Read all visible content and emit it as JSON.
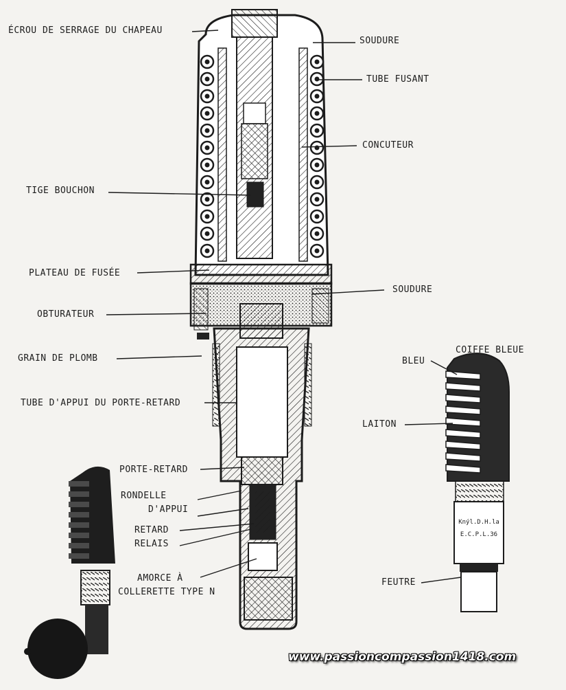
{
  "labels": {
    "ecrou": "ÉCROU DE SERRAGE DU CHAPEAU",
    "soudure_top": "SOUDURE",
    "tube_fusant": "TUBE FUSANT",
    "concuteur": "CONCUTEUR",
    "tige_bouchon": "TIGE BOUCHON",
    "plateau": "PLATEAU DE FUSÉE",
    "soudure_mid": "SOUDURE",
    "obturateur": "OBTURATEUR",
    "grain": "GRAIN DE PLOMB",
    "tube_appui": "TUBE D'APPUI DU PORTE-RETARD",
    "porte_retard": "PORTE-RETARD",
    "rondelle_1": "RONDELLE",
    "rondelle_2": "D'APPUI",
    "retard_1": "RETARD",
    "retard_2": "RELAIS",
    "amorce_1": "AMORCE À",
    "amorce_2": "COLLERETTE TYPE N",
    "coiffe": "COIFFE BLEUE",
    "bleu": "BLEU",
    "laiton": "LAITON",
    "feutre": "FEUTRE",
    "stamp_1": "Knýl.D.H.la",
    "stamp_2": "E.C.P.L.36"
  },
  "watermark": "www.passioncompassion1418.com",
  "colors": {
    "ink": "#1c1c1c",
    "paper": "#f4f3f0",
    "dark": "#242424"
  }
}
